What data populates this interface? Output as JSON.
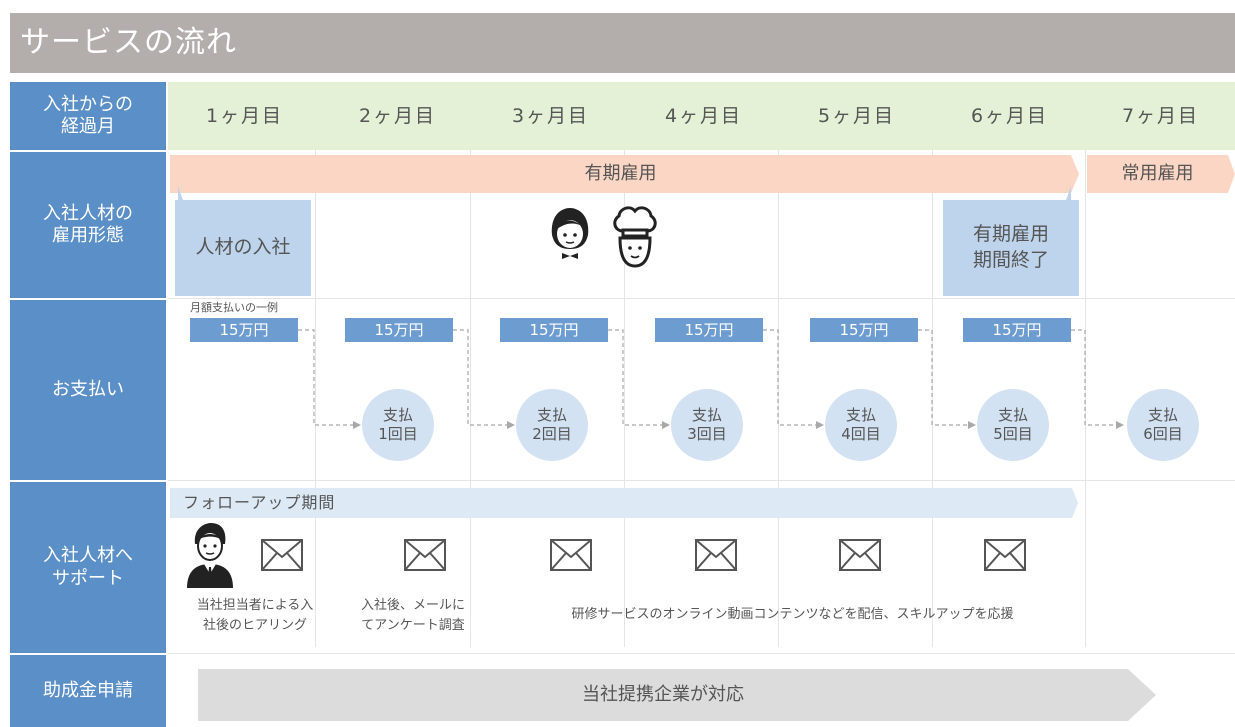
{
  "title": "サービスの流れ",
  "row_headers": [
    "入社からの\n経過月",
    "入社人材の\n雇用形態",
    "お支払い",
    "入社人材へ\nサポート",
    "助成金申請"
  ],
  "months": [
    "1ヶ月目",
    "2ヶ月目",
    "3ヶ月目",
    "4ヶ月目",
    "5ヶ月目",
    "6ヶ月目",
    "7ヶ月目"
  ],
  "employment": {
    "fixed_term_label": "有期雇用",
    "regular_label": "常用雇用",
    "hire_box": "人材の入社",
    "end_box": "有期雇用\n期間終了"
  },
  "payment": {
    "example_label": "月額支払いの一例",
    "amounts": [
      "15万円",
      "15万円",
      "15万円",
      "15万円",
      "15万円",
      "15万円"
    ],
    "installments": [
      "支払\n1回目",
      "支払\n2回目",
      "支払\n3回目",
      "支払\n4回目",
      "支払\n5回目",
      "支払\n6回目"
    ]
  },
  "support": {
    "followup_label": "フォローアップ期間",
    "note_1": "当社担当者による入\n社後のヒアリング",
    "note_2": "入社後、メールに\nてアンケート調査",
    "note_3": "研修サービスのオンライン動画コンテンツなどを配信、スキルアップを応援"
  },
  "subsidy": {
    "label": "当社提携企業が対応"
  },
  "colors": {
    "title_bar": "#b3aeac",
    "row_header": "#5b8fc7",
    "month_row": "#e5f1d6",
    "fixed_term_arrow": "#fbd6c5",
    "followup_arrow": "#dde9f5",
    "subsidy_arrow": "#dcdcdc",
    "payment_box": "#6d9cd0",
    "installment_circle": "#d3e2f3"
  },
  "icons": [
    "female-staff-icon",
    "chef-icon",
    "staff-person-icon",
    "mail-icon"
  ]
}
